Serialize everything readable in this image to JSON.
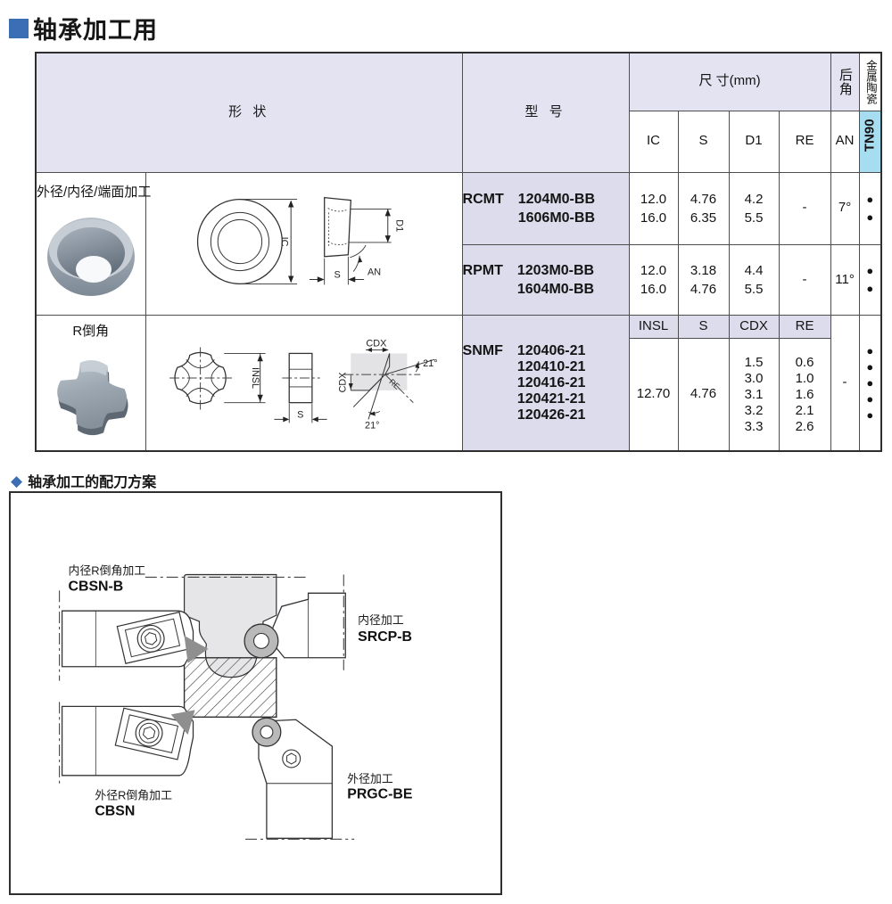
{
  "page_title": "轴承加工用",
  "table": {
    "shape_header": "形  状",
    "model_header": "型 号",
    "dim_header": "尺  寸(mm)",
    "dim_cols": [
      "IC",
      "S",
      "D1",
      "RE"
    ],
    "relief_header": "后角",
    "relief_col": "AN",
    "cermet_header": "金属陶瓷",
    "cermet_col": "TN90",
    "dot": "●",
    "groups": [
      {
        "label": "外径/内径/端面加工",
        "rows": [
          {
            "series": "RCMT",
            "models": [
              "1204M0-BB",
              "1606M0-BB"
            ],
            "ic": [
              "12.0",
              "16.0"
            ],
            "s": [
              "4.76",
              "6.35"
            ],
            "d1": [
              "4.2",
              "5.5"
            ],
            "re": "-",
            "an": "7°"
          },
          {
            "series": "RPMT",
            "models": [
              "1203M0-BB",
              "1604M0-BB"
            ],
            "ic": [
              "12.0",
              "16.0"
            ],
            "s": [
              "3.18",
              "4.76"
            ],
            "d1": [
              "4.4",
              "5.5"
            ],
            "re": "-",
            "an": "11°"
          }
        ]
      },
      {
        "label": "R倒角",
        "sub_cols": [
          "INSL",
          "S",
          "CDX",
          "RE"
        ],
        "rows": [
          {
            "series": "SNMF",
            "models": [
              "120406-21",
              "120410-21",
              "120416-21",
              "120421-21",
              "120426-21"
            ],
            "insl": "12.70",
            "s": "4.76",
            "cdx": [
              "1.5",
              "3.0",
              "3.1",
              "3.2",
              "3.3"
            ],
            "re": [
              "0.6",
              "1.0",
              "1.6",
              "2.1",
              "2.6"
            ],
            "an": "-"
          }
        ]
      }
    ]
  },
  "drawing1_labels": {
    "ic": "IC",
    "d1": "D1",
    "an": "AN",
    "s": "S"
  },
  "drawing2_labels": {
    "insl": "INSL",
    "s": "S",
    "cdx_top": "CDX",
    "cdx_left": "CDX",
    "re": "RE",
    "angle_top": "21°",
    "angle_bottom": "21°"
  },
  "scheme": {
    "diamond": "◆",
    "title": "轴承加工的配刀方案",
    "tools": [
      {
        "desc": "内径R倒角加工",
        "model": "CBSN-B"
      },
      {
        "desc": "内径加工",
        "model": "SRCP-B"
      },
      {
        "desc": "外径R倒角加工",
        "model": "CBSN"
      },
      {
        "desc": "外径加工",
        "model": "PRGC-BE"
      }
    ]
  },
  "colors": {
    "accent_blue": "#3b6eb5",
    "header_bg": "#e3e3f2",
    "model_bg": "#dcdcec",
    "cermet_bg": "#a7ddf0"
  }
}
